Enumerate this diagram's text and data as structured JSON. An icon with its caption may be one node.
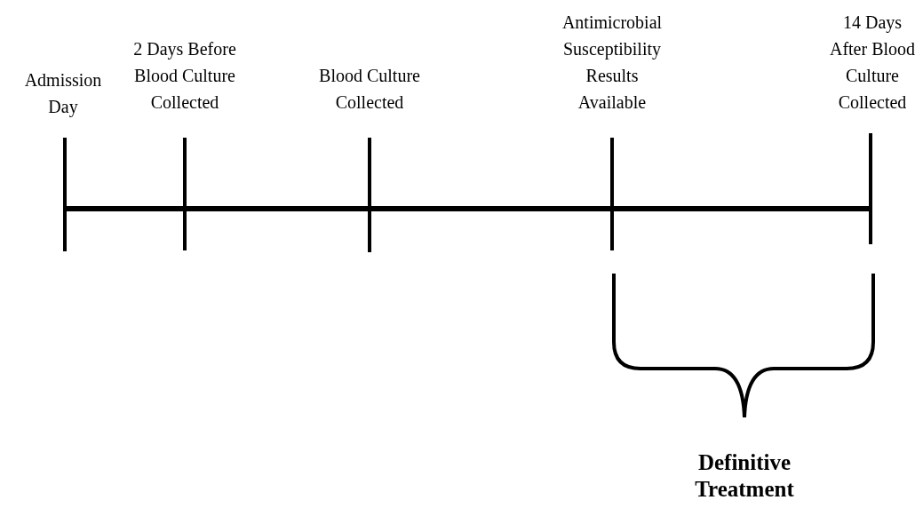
{
  "diagram": {
    "labels": [
      "Admission Day",
      "2 Days Before Blood Culture Collected",
      "Blood Culture Collected",
      "Antimicrobial Susceptibility Results Available",
      "14 Days After Blood Culture Collected",
      "Definitive Treatment"
    ]
  }
}
